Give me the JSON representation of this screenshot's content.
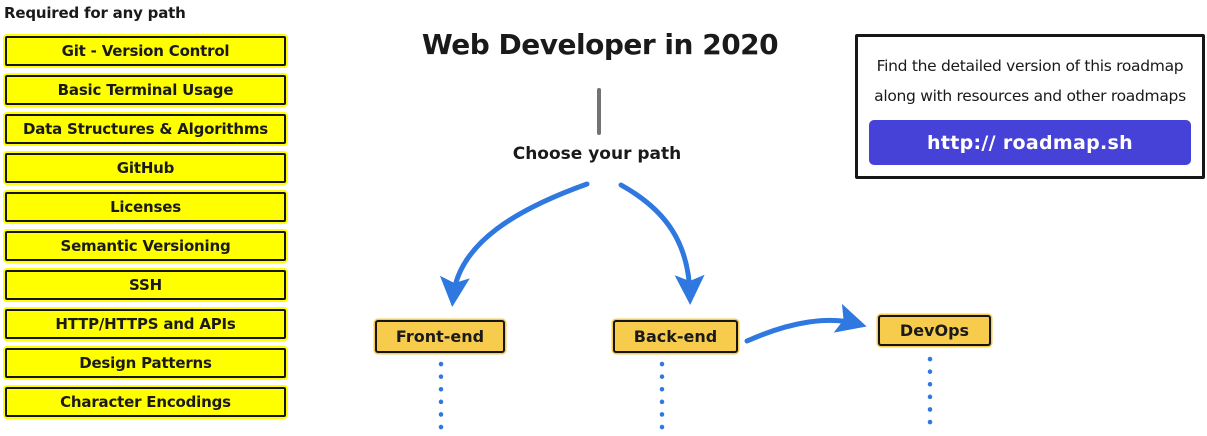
{
  "page": {
    "title": "Web Developer in 2020",
    "choose_label": "Choose your path"
  },
  "required": {
    "heading": "Required for any path",
    "items": [
      "Git - Version Control",
      "Basic Terminal Usage",
      "Data Structures & Algorithms",
      "GitHub",
      "Licenses",
      "Semantic Versioning",
      "SSH",
      "HTTP/HTTPS and APIs",
      "Design Patterns",
      "Character Encodings"
    ]
  },
  "paths": {
    "frontend": "Front-end",
    "backend": "Back-end",
    "devops": "DevOps"
  },
  "info_box": {
    "line1": "Find the detailed version of this roadmap",
    "line2": "along with resources and other roadmaps",
    "button_label": "http:// roadmap.sh"
  },
  "colors": {
    "highlight_yellow": "#ffff00",
    "path_gold": "#f7cc4d",
    "arrow_blue": "#2f78e0",
    "button_purple": "#4642d8"
  }
}
